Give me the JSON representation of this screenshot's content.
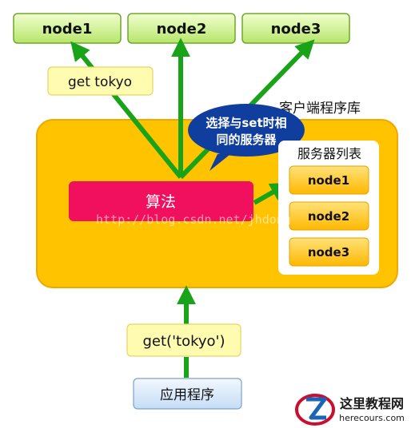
{
  "servers": [
    {
      "label": "node1"
    },
    {
      "label": "node2"
    },
    {
      "label": "node3"
    }
  ],
  "labels": {
    "get_tokyo_top": "get tokyo",
    "client_library": "客户端程序库",
    "algorithm": "算法",
    "bubble_line1": "选择与set时相",
    "bubble_line2": "同的服务器",
    "server_list_title": "服务器列表",
    "server_list": [
      "node1",
      "node2",
      "node3"
    ],
    "get_tokyo_call": "get('tokyo')",
    "application": "应用程序",
    "watermark": "http://blog.csdn.net/jhdong",
    "logo_text": "这里教程网",
    "logo_url": "herecours.com"
  },
  "colors": {
    "arrow_green": "#19A319",
    "server_box_fill": "#D9F59A",
    "server_box_border": "#6FA82B",
    "library_fill": "#FFC300",
    "library_border": "#F0A800",
    "algorithm_fill": "#F0105E",
    "bubble_fill": "#103E9E",
    "list_item_fill": "#FFC81E",
    "label_box_fill": "#FFFCB0",
    "app_box_fill": "#DDEBFA",
    "logo_red": "#C8102E",
    "logo_blue": "#1B64B8"
  }
}
